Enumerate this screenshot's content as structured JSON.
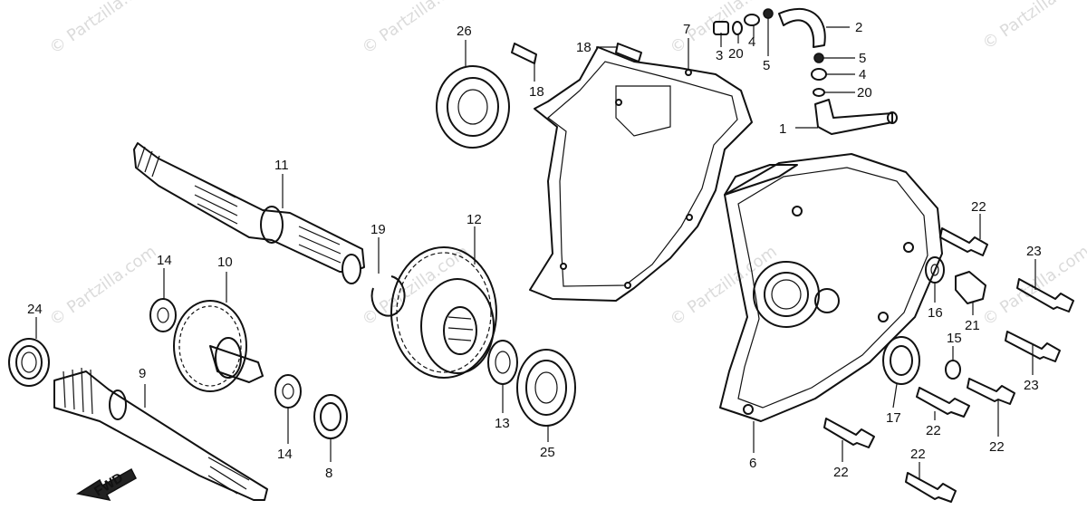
{
  "watermark": "© Partzilla.com",
  "fwd_label": "FWD",
  "callouts": [
    {
      "id": "c1",
      "text": "1"
    },
    {
      "id": "c2",
      "text": "2"
    },
    {
      "id": "c3",
      "text": "3"
    },
    {
      "id": "c4a",
      "text": "4"
    },
    {
      "id": "c4b",
      "text": "4"
    },
    {
      "id": "c5a",
      "text": "5"
    },
    {
      "id": "c5b",
      "text": "5"
    },
    {
      "id": "c6",
      "text": "6"
    },
    {
      "id": "c7",
      "text": "7"
    },
    {
      "id": "c8",
      "text": "8"
    },
    {
      "id": "c9",
      "text": "9"
    },
    {
      "id": "c10",
      "text": "10"
    },
    {
      "id": "c11",
      "text": "11"
    },
    {
      "id": "c12",
      "text": "12"
    },
    {
      "id": "c13",
      "text": "13"
    },
    {
      "id": "c14a",
      "text": "14"
    },
    {
      "id": "c14b",
      "text": "14"
    },
    {
      "id": "c15",
      "text": "15"
    },
    {
      "id": "c16",
      "text": "16"
    },
    {
      "id": "c17",
      "text": "17"
    },
    {
      "id": "c18a",
      "text": "18"
    },
    {
      "id": "c18b",
      "text": "18"
    },
    {
      "id": "c19",
      "text": "19"
    },
    {
      "id": "c20a",
      "text": "20"
    },
    {
      "id": "c20b",
      "text": "20"
    },
    {
      "id": "c21",
      "text": "21"
    },
    {
      "id": "c22a",
      "text": "22"
    },
    {
      "id": "c22b",
      "text": "22"
    },
    {
      "id": "c22c",
      "text": "22"
    },
    {
      "id": "c22d",
      "text": "22"
    },
    {
      "id": "c22e",
      "text": "22"
    },
    {
      "id": "c23a",
      "text": "23"
    },
    {
      "id": "c23b",
      "text": "23"
    },
    {
      "id": "c24",
      "text": "24"
    },
    {
      "id": "c25",
      "text": "25"
    },
    {
      "id": "c26",
      "text": "26"
    }
  ]
}
